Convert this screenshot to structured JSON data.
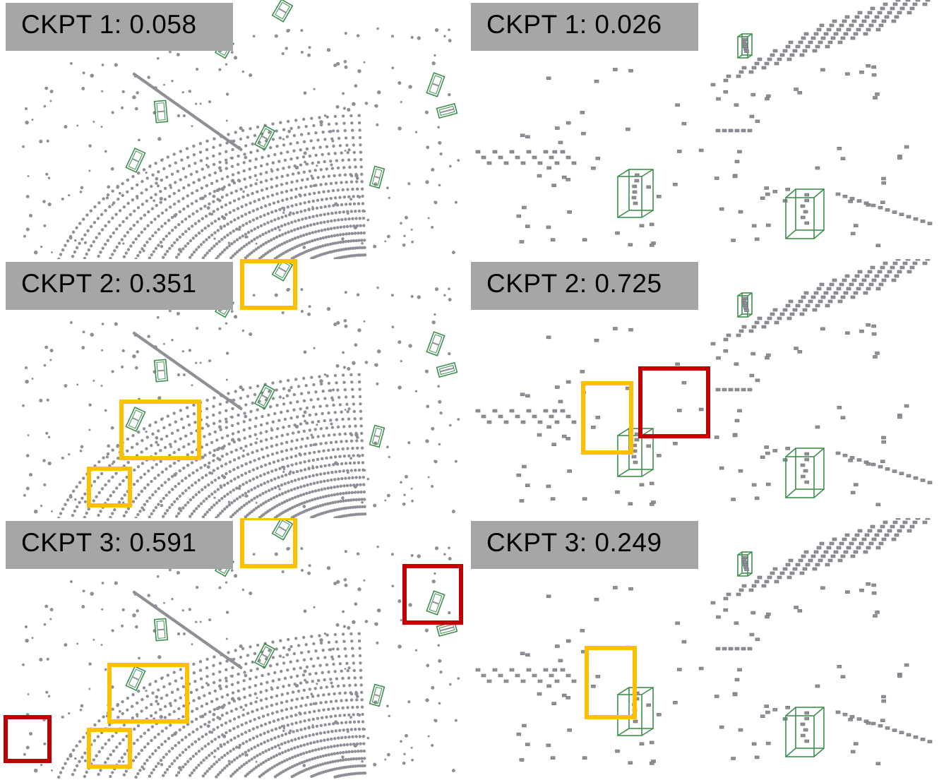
{
  "panels": [
    {
      "label": "CKPT 1: 0.058"
    },
    {
      "label": "CKPT 1: 0.026"
    },
    {
      "label": "CKPT 2: 0.351"
    },
    {
      "label": "CKPT 2: 0.725"
    },
    {
      "label": "CKPT 3: 0.591"
    },
    {
      "label": "CKPT 3: 0.249"
    }
  ],
  "colors": {
    "points": "#8f8f98",
    "boxes": "#3f8f4f",
    "highlight_yellow": "#ffc000",
    "highlight_red": "#c00000",
    "label_bg": "#a6a6a6"
  }
}
